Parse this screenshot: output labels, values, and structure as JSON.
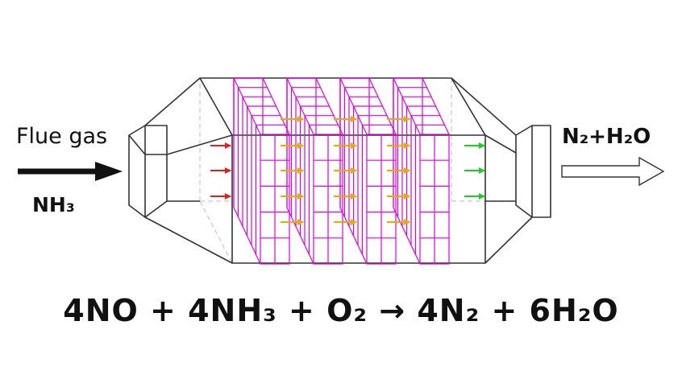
{
  "labels": {
    "inlet": "Flue gas",
    "reagent": "NH₃",
    "outlet": "N₂+H₂O"
  },
  "equation": "4NO  +  4NH₃ +  O₂ →  4N₂ +  6H₂O",
  "catalyst_layers": 4,
  "colors": {
    "catalyst": "#e000e0",
    "inlet_arrows": "#e02020",
    "internal_arrows": "#f0a800",
    "outlet_arrows": "#20cc20",
    "outline": "#333333",
    "hidden_edges": "#c8c8c8"
  }
}
